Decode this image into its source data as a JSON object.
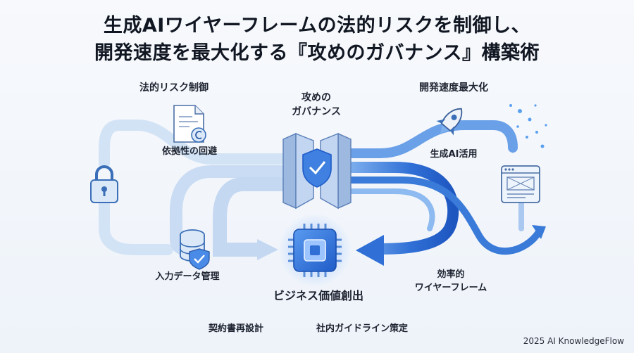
{
  "title": {
    "line1": "生成AIワイヤーフレームの法的リスクを制御し、",
    "line2": "開発速度を最大化する『攻めのガバナンス』構築術"
  },
  "left_section": {
    "heading": "法的リスク制御",
    "items": {
      "dependency": "依拠性の回避",
      "data_management": "入力データ管理",
      "contract": "契約書再設計",
      "guideline": "社内ガイドライン策定"
    }
  },
  "center": {
    "gate_label_line1": "攻めの",
    "gate_label_line2": "ガバナンス",
    "outcome": "ビジネス価値創出"
  },
  "right_section": {
    "heading": "開発速度最大化",
    "items": {
      "genai_use": "生成AI活用",
      "wireframe_line1": "効率的",
      "wireframe_line2": "ワイヤーフレーム"
    }
  },
  "footer": {
    "credit": "2025 AI KnowledgeFlow"
  },
  "colors": {
    "pale_flow": "#cfe0f4",
    "deep_flow": "#2f6fd6",
    "accent": "#4a8be8",
    "icon_fill": "#dbe8f8",
    "icon_stroke": "#3a6fb8"
  },
  "icons": {
    "document": "document-copyright-icon",
    "lock": "lock-icon",
    "database": "database-shield-icon",
    "gate": "shield-check-gate-icon",
    "chip": "chip-icon",
    "rocket": "rocket-icon",
    "browser": "browser-window-icon"
  }
}
